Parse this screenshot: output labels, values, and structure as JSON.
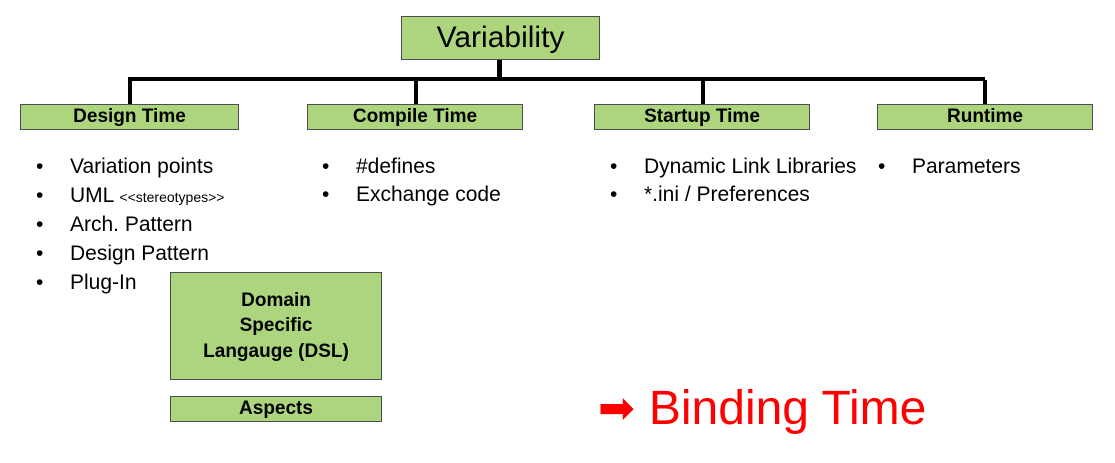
{
  "diagram": {
    "root": {
      "label": "Variability"
    },
    "categories": [
      {
        "label": "Design Time"
      },
      {
        "label": "Compile Time"
      },
      {
        "label": "Startup Time"
      },
      {
        "label": "Runtime"
      }
    ],
    "lists": {
      "design_time": {
        "bullet_glyph": "•",
        "items": [
          {
            "text": "Variation points",
            "suffix": ""
          },
          {
            "text": "UML ",
            "suffix": "<<stereotypes>>"
          },
          {
            "text": "Arch. Pattern",
            "suffix": ""
          },
          {
            "text": "Design Pattern",
            "suffix": ""
          },
          {
            "text": "Plug-In",
            "suffix": ""
          }
        ]
      },
      "compile_time": {
        "bullet_glyph": "•",
        "items": [
          {
            "text": "#defines"
          },
          {
            "text": "Exchange code"
          }
        ]
      },
      "startup_time": {
        "bullet_glyph": "•",
        "items": [
          {
            "text": "Dynamic Link Libraries"
          },
          {
            "text": "*.ini / Preferences"
          }
        ]
      },
      "runtime": {
        "bullet_glyph": "•",
        "items": [
          {
            "text": "Parameters"
          }
        ]
      }
    },
    "extra_boxes": {
      "dsl": {
        "line1": "Domain",
        "line2": "Specific",
        "line3": "Langauge (DSL)"
      },
      "aspects": {
        "label": "Aspects"
      }
    },
    "callout": {
      "arrow_glyph": "➡",
      "label": "Binding Time",
      "color": "#fe0000"
    },
    "colors": {
      "box_fill": "#acd57e",
      "box_border": "#4d4d4d",
      "connector": "#000000",
      "text": "#000000",
      "callout": "#fe0000"
    }
  }
}
